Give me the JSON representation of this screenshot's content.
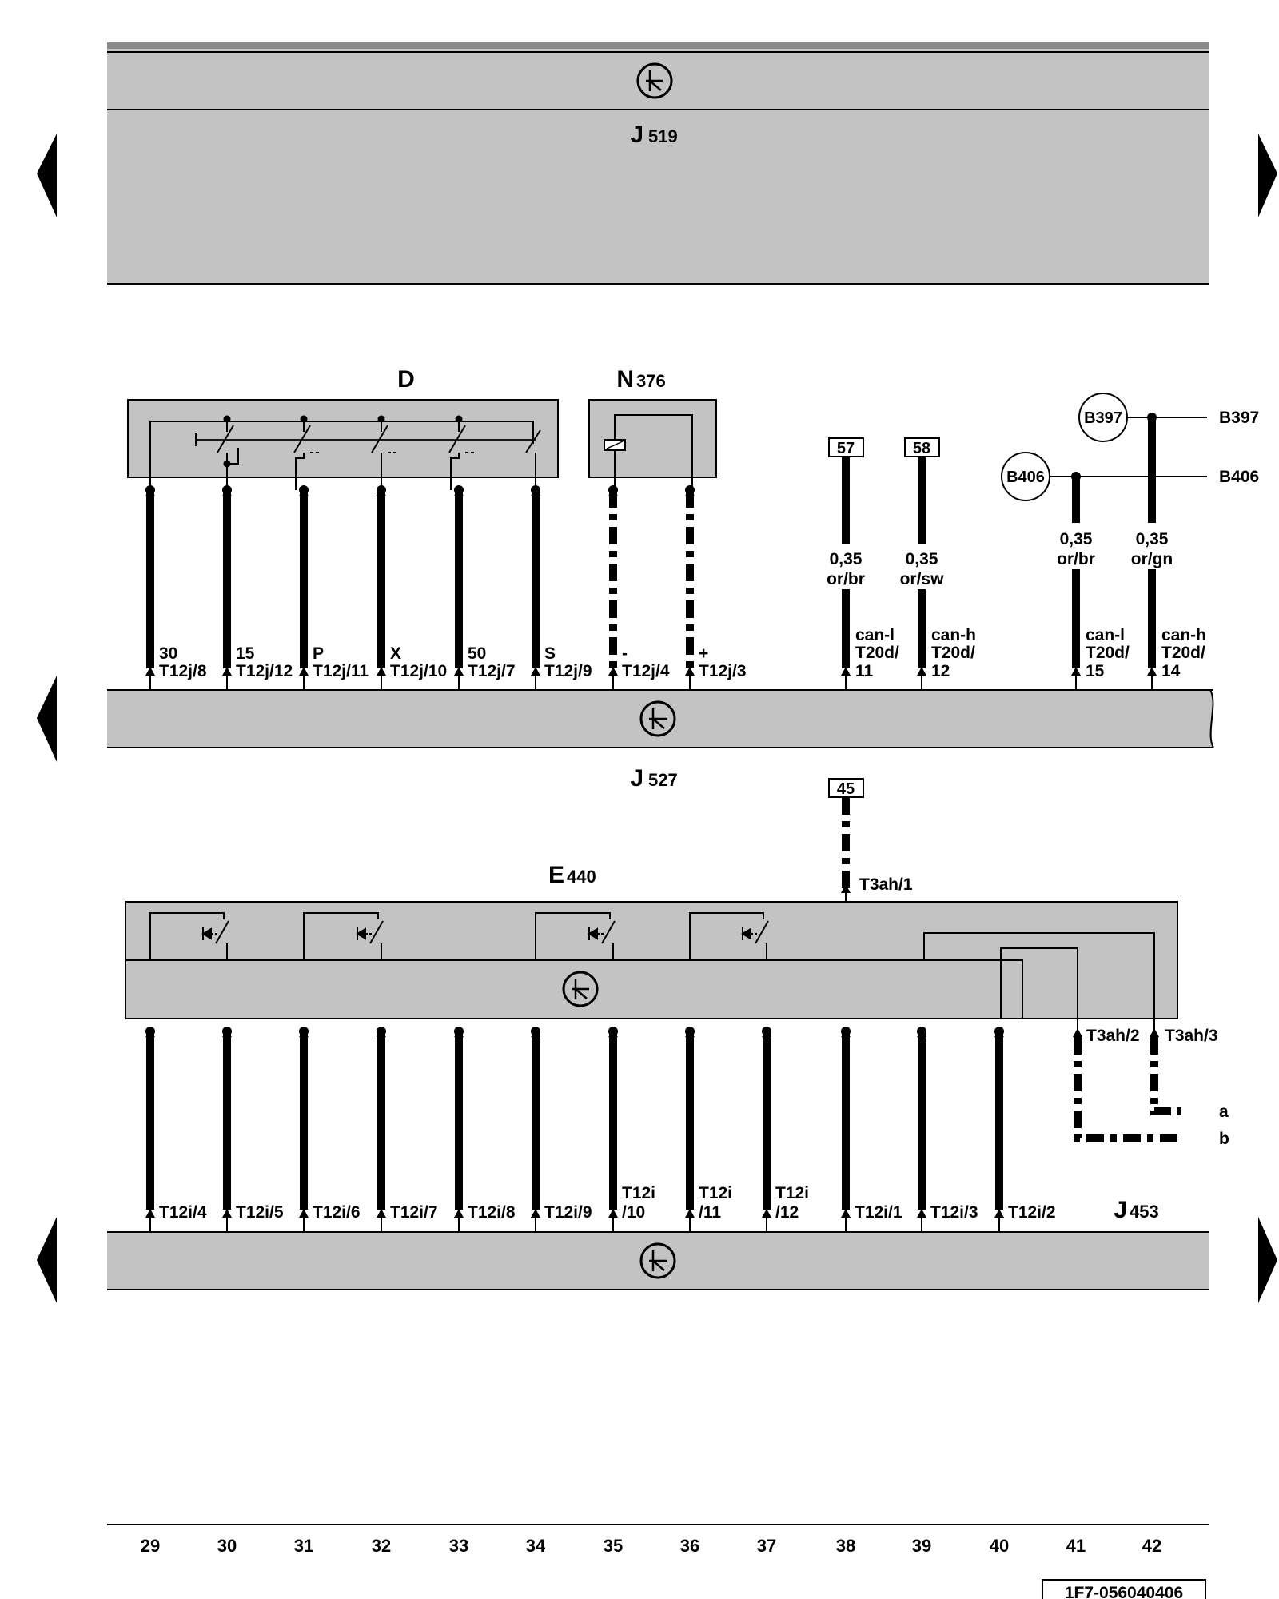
{
  "colors": {
    "module": "#c3c3c3",
    "wire": "#000000",
    "frame": "#000000"
  },
  "modules": {
    "j519": {
      "main": "J",
      "sub": "519"
    },
    "j527": {
      "main": "J",
      "sub": "527"
    },
    "j453": {
      "main": "J",
      "sub": "453"
    },
    "d": {
      "main": "D",
      "sub": ""
    },
    "n376": {
      "main": "N",
      "sub": "376"
    },
    "e440": {
      "main": "E",
      "sub": "440"
    }
  },
  "top_wires": [
    {
      "top": "30",
      "pin": "T12j/8"
    },
    {
      "top": "15",
      "pin": "T12j/12"
    },
    {
      "top": "P",
      "pin": "T12j/11"
    },
    {
      "top": "X",
      "pin": "T12j/10"
    },
    {
      "top": "50",
      "pin": "T12j/7"
    },
    {
      "top": "S",
      "pin": "T12j/9"
    },
    {
      "top": "-",
      "pin": "T12j/4"
    },
    {
      "top": "+",
      "pin": "T12j/3"
    }
  ],
  "can_wires": [
    {
      "ref": "57",
      "size": "0,35",
      "color": "or/br",
      "sig": "can-l",
      "pin": "T20d/",
      "pinnum": "11"
    },
    {
      "ref": "58",
      "size": "0,35",
      "color": "or/sw",
      "sig": "can-h",
      "pin": "T20d/",
      "pinnum": "12"
    },
    {
      "ref": "B406",
      "size": "0,35",
      "color": "or/br",
      "sig": "can-l",
      "pin": "T20d/",
      "pinnum": "15",
      "line_label": "B406"
    },
    {
      "ref": "B397",
      "size": "0,35",
      "color": "or/gn",
      "sig": "can-h",
      "pin": "T20d/",
      "pinnum": "14",
      "line_label": "B397"
    }
  ],
  "ref_45": "45",
  "t3ah": [
    "T3ah/1",
    "T3ah/2",
    "T3ah/3"
  ],
  "branch_labels": [
    "a",
    "b"
  ],
  "bottom_pins": [
    {
      "l1": "T12i/4"
    },
    {
      "l1": "T12i/5"
    },
    {
      "l1": "T12i/6"
    },
    {
      "l1": "T12i/7"
    },
    {
      "l1": "T12i/8"
    },
    {
      "l1": "T12i/9"
    },
    {
      "l1": "T12i",
      "l2": "/10"
    },
    {
      "l1": "T12i",
      "l2": "/11"
    },
    {
      "l1": "T12i",
      "l2": "/12"
    },
    {
      "l1": "T12i/1"
    },
    {
      "l1": "T12i/3"
    },
    {
      "l1": "T12i/2"
    }
  ],
  "columns": [
    "29",
    "30",
    "31",
    "32",
    "33",
    "34",
    "35",
    "36",
    "37",
    "38",
    "39",
    "40",
    "41",
    "42"
  ],
  "doc_id": "1F7-056040406"
}
